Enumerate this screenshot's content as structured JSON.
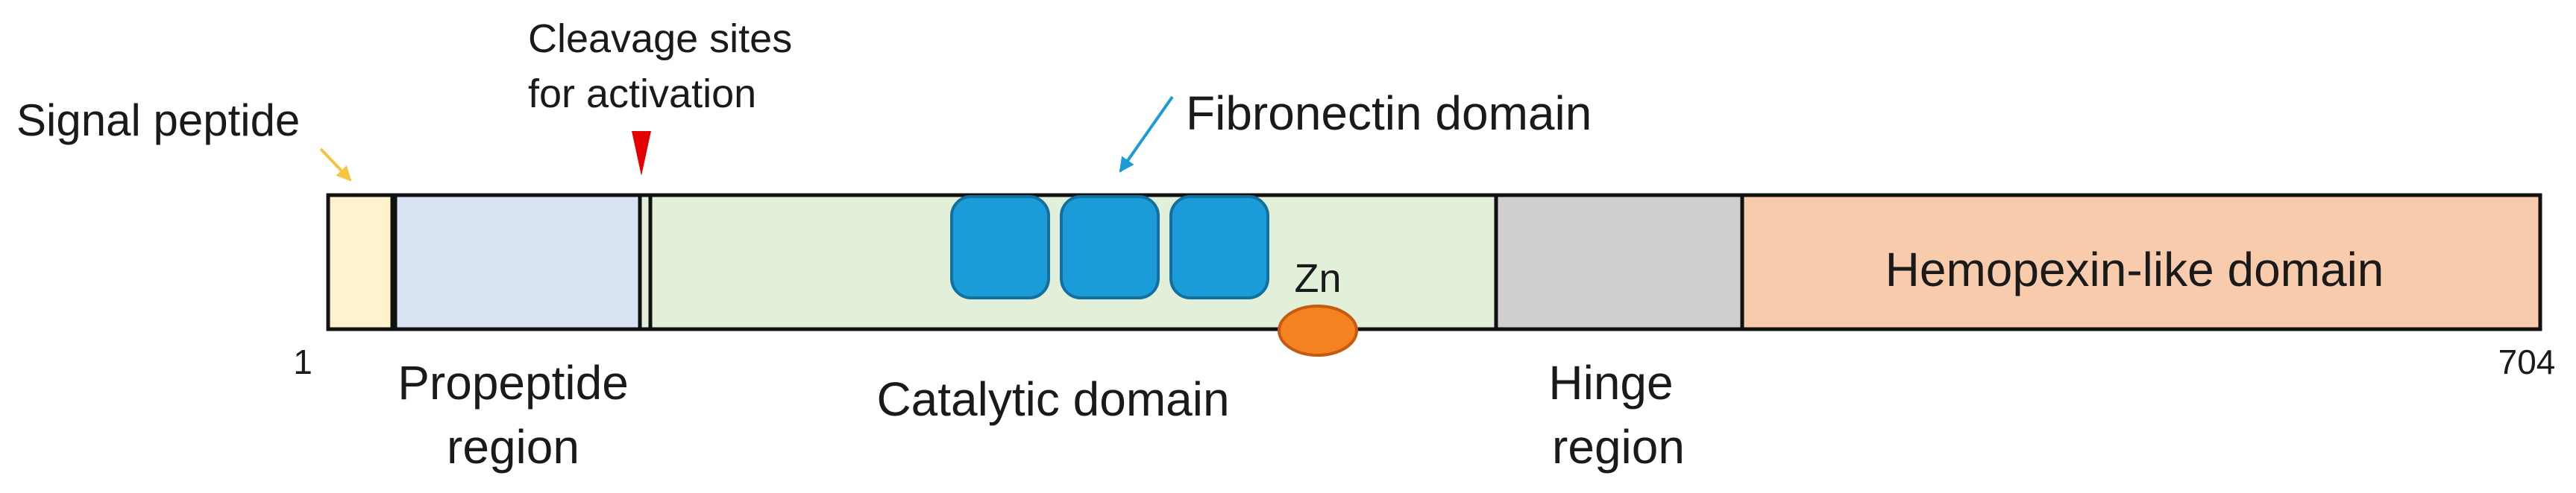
{
  "labels": {
    "signal_peptide": "Signal peptide",
    "cleavage_line1": "Cleavage sites",
    "cleavage_line2": "for activation",
    "fibronectin": "Fibronectin domain",
    "zn": "Zn",
    "hemopexin": "Hemopexin-like domain",
    "start": "1",
    "end": "704",
    "propeptide_line1": "Propeptide",
    "propeptide_line2": "region",
    "catalytic": "Catalytic domain",
    "hinge_line1": "Hinge",
    "hinge_line2": "region"
  },
  "colors": {
    "signal_peptide": "#FFF2CC",
    "propeptide": "#DAE3F3",
    "catalytic": "#E2F0D9",
    "hinge": "#D0CECE",
    "hemopexin": "#F8CBAD",
    "fibronectin": "#1B9BD7",
    "fibronectin_stroke": "#1270A0",
    "zn": "#F58220",
    "zn_stroke": "#C55A11",
    "signal_arrow": "#F4C542",
    "cleavage_marker": "#E30000",
    "fibronectin_arrow": "#1B9BD7",
    "outline": "#111111"
  }
}
